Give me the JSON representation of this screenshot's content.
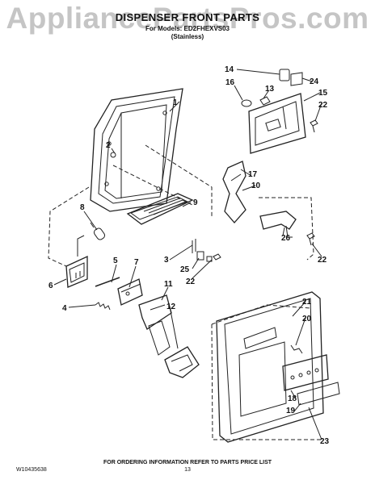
{
  "watermark": "AppliancePartsPros.com",
  "header": {
    "title": "DISPENSER FRONT PARTS",
    "model_line": "For Models: ED2FHEXVS03",
    "finish_line": "(Stainless)"
  },
  "callouts": [
    "1",
    "2",
    "3",
    "4",
    "5",
    "6",
    "7",
    "8",
    "9",
    "10",
    "11",
    "12",
    "13",
    "14",
    "15",
    "16",
    "17",
    "18",
    "19",
    "20",
    "21",
    "22",
    "22",
    "22",
    "23",
    "24",
    "25",
    "26"
  ],
  "footer": {
    "ordering_note": "FOR ORDERING INFORMATION REFER TO PARTS PRICE LIST",
    "doc_id": "W10435638",
    "page_number": "13"
  }
}
